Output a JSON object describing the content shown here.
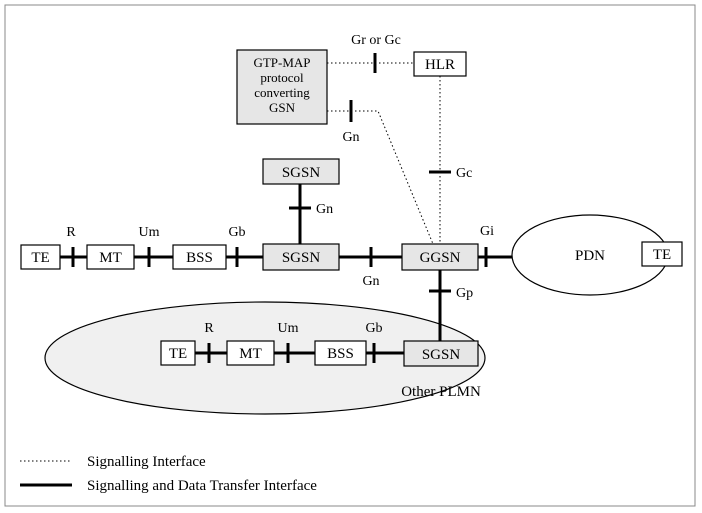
{
  "nodes": {
    "te1": "TE",
    "mt1": "MT",
    "bss1": "BSS",
    "sgsn_top": "SGSN",
    "sgsn_main": "SGSN",
    "ggsn": "GGSN",
    "hlr": "HLR",
    "gtp_map": [
      "GTP-MAP",
      "protocol",
      "converting",
      "GSN"
    ],
    "pdn": "PDN",
    "te_pdn": "TE",
    "te2": "TE",
    "mt2": "MT",
    "bss2": "BSS",
    "sgsn_other": "SGSN"
  },
  "interfaces": {
    "r1": "R",
    "um1": "Um",
    "gb1": "Gb",
    "gn_sgsn": "Gn",
    "gn_main": "Gn",
    "gi": "Gi",
    "gp": "Gp",
    "gc": "Gc",
    "gr_gc": "Gr or Gc",
    "gn_gtp": "Gn",
    "r2": "R",
    "um2": "Um",
    "gb2": "Gb"
  },
  "regions": {
    "other_plmn": "Other PLMN"
  },
  "legend": {
    "signalling": "Signalling Interface",
    "data_transfer": "Signalling and Data Transfer Interface"
  }
}
